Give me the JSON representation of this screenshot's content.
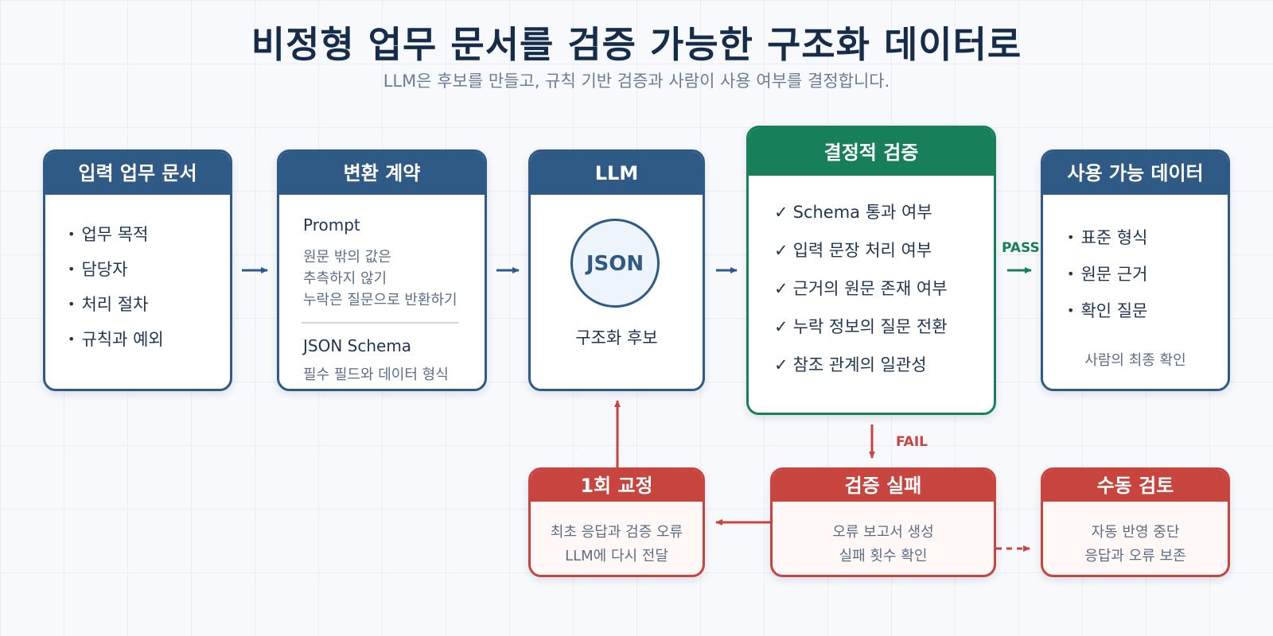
{
  "title": "비정형 업무 문서를 검증 가능한 구조화 데이터로",
  "subtitle": "LLM은 후보를 만들고, 규칙 기반 검증과 사람이 사용 여부를 결정합니다.",
  "input": {
    "title": "입력 업무 문서",
    "items": [
      "업무 목적",
      "담당자",
      "처리 절차",
      "규칙과 예외"
    ]
  },
  "contract": {
    "title": "변환 계약",
    "prompt_label": "Prompt",
    "prompt_lines": [
      "원문 밖의 값은",
      "추측하지 않기",
      "누락은 질문으로 반환하기"
    ],
    "schema_label": "JSON Schema",
    "schema_desc": "필수 필드와 데이터 형식"
  },
  "llm": {
    "title": "LLM",
    "badge": "JSON",
    "caption": "구조화 후보"
  },
  "validation": {
    "title": "결정적 검증",
    "checks": [
      "Schema 통과 여부",
      "입력 문장 처리 여부",
      "근거의 원문 존재 여부",
      "누락 정보의 질문 전환",
      "참조 관계의 일관성"
    ],
    "check_mark": "✓"
  },
  "output": {
    "title": "사용 가능 데이터",
    "items": [
      "표준 형식",
      "원문 근거",
      "확인 질문"
    ],
    "note": "사람의 최종 확인"
  },
  "labels": {
    "pass": "PASS",
    "fail": "FAIL"
  },
  "retry": {
    "title": "1회 교정",
    "lines": [
      "최초 응답과 검증 오류",
      "LLM에 다시 전달"
    ]
  },
  "failure": {
    "title": "검증 실패",
    "lines": [
      "오류 보고서 생성",
      "실패 횟수 확인"
    ]
  },
  "manual": {
    "title": "수동 검토",
    "lines": [
      "자동 반영 중단",
      "응답과 오류 보존"
    ]
  },
  "colors": {
    "navy": "#2f5a85",
    "green": "#17805a",
    "red": "#c8443e",
    "title": "#152c4b"
  }
}
